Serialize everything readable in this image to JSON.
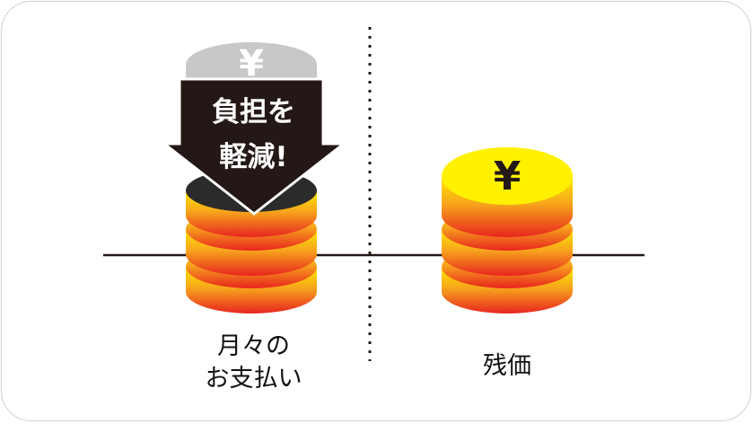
{
  "labels": {
    "left": [
      "月々の",
      "お支払い"
    ],
    "right": "残価"
  },
  "arrow_text": [
    "負担を",
    "軽減!"
  ],
  "coin_symbol": "¥",
  "colors": {
    "coin_gradient_top": "#ffe600",
    "coin_gradient_bottom": "#e8251f",
    "coin_top_face": "#fff100",
    "faded_coin": "#c8c8c8",
    "arrow": "#231815",
    "line": "#231815",
    "border": "#cfcfcf"
  }
}
